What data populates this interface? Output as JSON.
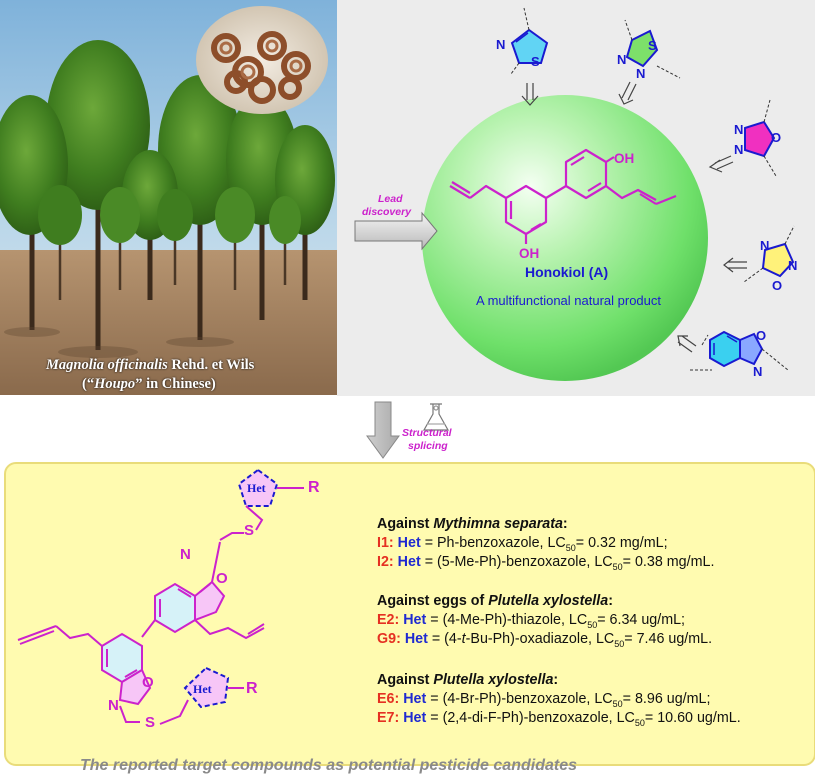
{
  "photo": {
    "caption_species": "Magnolia officinalis",
    "caption_authority": " Rehd. et Wils",
    "caption_line2_pre": "(“",
    "caption_line2_italic": "Houpo",
    "caption_line2_post": "” in Chinese)"
  },
  "arrows": {
    "lead_label_1": "Lead",
    "lead_label_2": "discovery",
    "structural_label_1": "Structural",
    "structural_label_2": "splicing"
  },
  "honokiol": {
    "oh_top": "OH",
    "oh_bottom": "OH",
    "name": "Honokiol (A)",
    "subtitle": "A multifunctional natural product"
  },
  "heterocycles": {
    "thiazole": {
      "n": "N",
      "s": "S"
    },
    "thiadiazole": {
      "s": "S",
      "n1": "N",
      "n2": "N"
    },
    "oxadiazole_134": {
      "n1": "N",
      "n2": "N",
      "o": "O"
    },
    "oxadiazole_124": {
      "n1": "N",
      "n2": "N",
      "o": "O"
    },
    "benzoxazole": {
      "o": "O",
      "n": "N"
    }
  },
  "target": {
    "het": "Het",
    "r": "R",
    "s": "S",
    "n": "N",
    "o": "O"
  },
  "results": {
    "g1_title_pre": "Against ",
    "g1_title_it": "Mythimna separata",
    "g1_title_post": ":",
    "g1_rows": [
      {
        "id": "I1:",
        "het": "Het",
        "desc": " = Ph-benzoxazole, LC",
        "sub": "50",
        "val": "= 0.32 mg/mL;"
      },
      {
        "id": "I2:",
        "het": "Het",
        "desc": " = (5-Me-Ph)-benzoxazole, LC",
        "sub": "50",
        "val": "= 0.38 mg/mL."
      }
    ],
    "g2_title_pre": "Against eggs of ",
    "g2_title_it": "Plutella xylostella",
    "g2_title_post": ":",
    "g2_rows": [
      {
        "id": "E2:",
        "het": "Het",
        "desc": " = (4-Me-Ph)-thiazole, LC",
        "sub": "50",
        "val": "= 6.34 ug/mL;"
      },
      {
        "id": "G9:",
        "het": "Het",
        "desc_a": " = (4-",
        "desc_it": "t",
        "desc_b": "-Bu-Ph)-oxadiazole, LC",
        "sub": "50",
        "val": "= 7.46 ug/mL."
      }
    ],
    "g3_title_pre": "Against ",
    "g3_title_it": "Plutella xylostella",
    "g3_title_post": ":",
    "g3_rows": [
      {
        "id": "E6:",
        "het": "Het",
        "desc": " = (4-Br-Ph)-benzoxazole, LC",
        "sub": "50",
        "val": "= 8.96 ug/mL;"
      },
      {
        "id": "E7:",
        "het": "Het",
        "desc": " = (2,4-di-F-Ph)-benzoxazole, LC",
        "sub": "50",
        "val": "= 10.60 ug/mL."
      }
    ]
  },
  "footer": "The reported target compounds as potential pesticide candidates",
  "colors": {
    "magenta": "#cc22cc",
    "blue": "#1a1ad0",
    "red": "#e53022",
    "sphere": "#7ee87e",
    "highlight_yellow": "#fff27a",
    "box_yellow": "#fffbb0",
    "gray_box": "#ececec"
  }
}
